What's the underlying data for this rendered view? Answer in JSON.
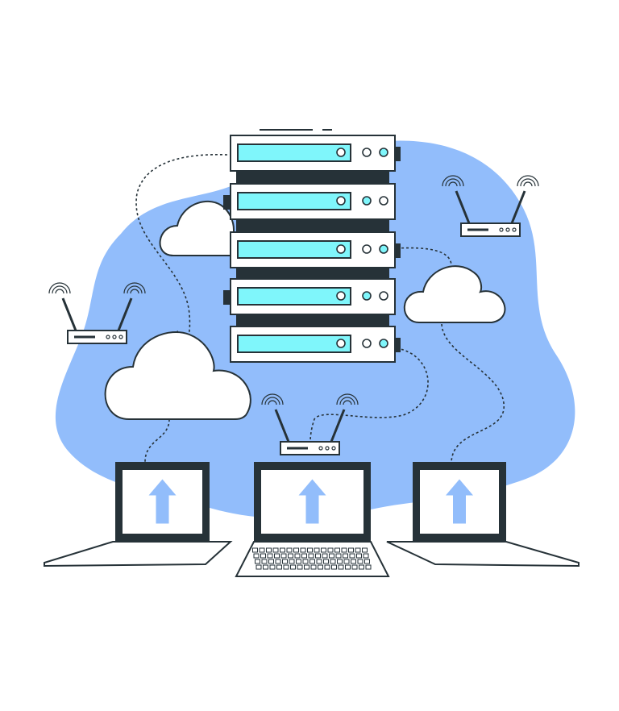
{
  "colors": {
    "blob": "#92bdfb",
    "screen_fill": "#7ff6fb",
    "outline": "#263238",
    "arrow": "#92bdfb",
    "panel": "#ffffff"
  },
  "servers": [
    {
      "leds": [
        "white",
        "white",
        "cyan"
      ]
    },
    {
      "leds": [
        "white",
        "cyan",
        "white"
      ]
    },
    {
      "leds": [
        "white",
        "white",
        "cyan"
      ]
    },
    {
      "leds": [
        "white",
        "cyan",
        "white"
      ]
    },
    {
      "leds": [
        "white",
        "white",
        "cyan"
      ]
    }
  ]
}
